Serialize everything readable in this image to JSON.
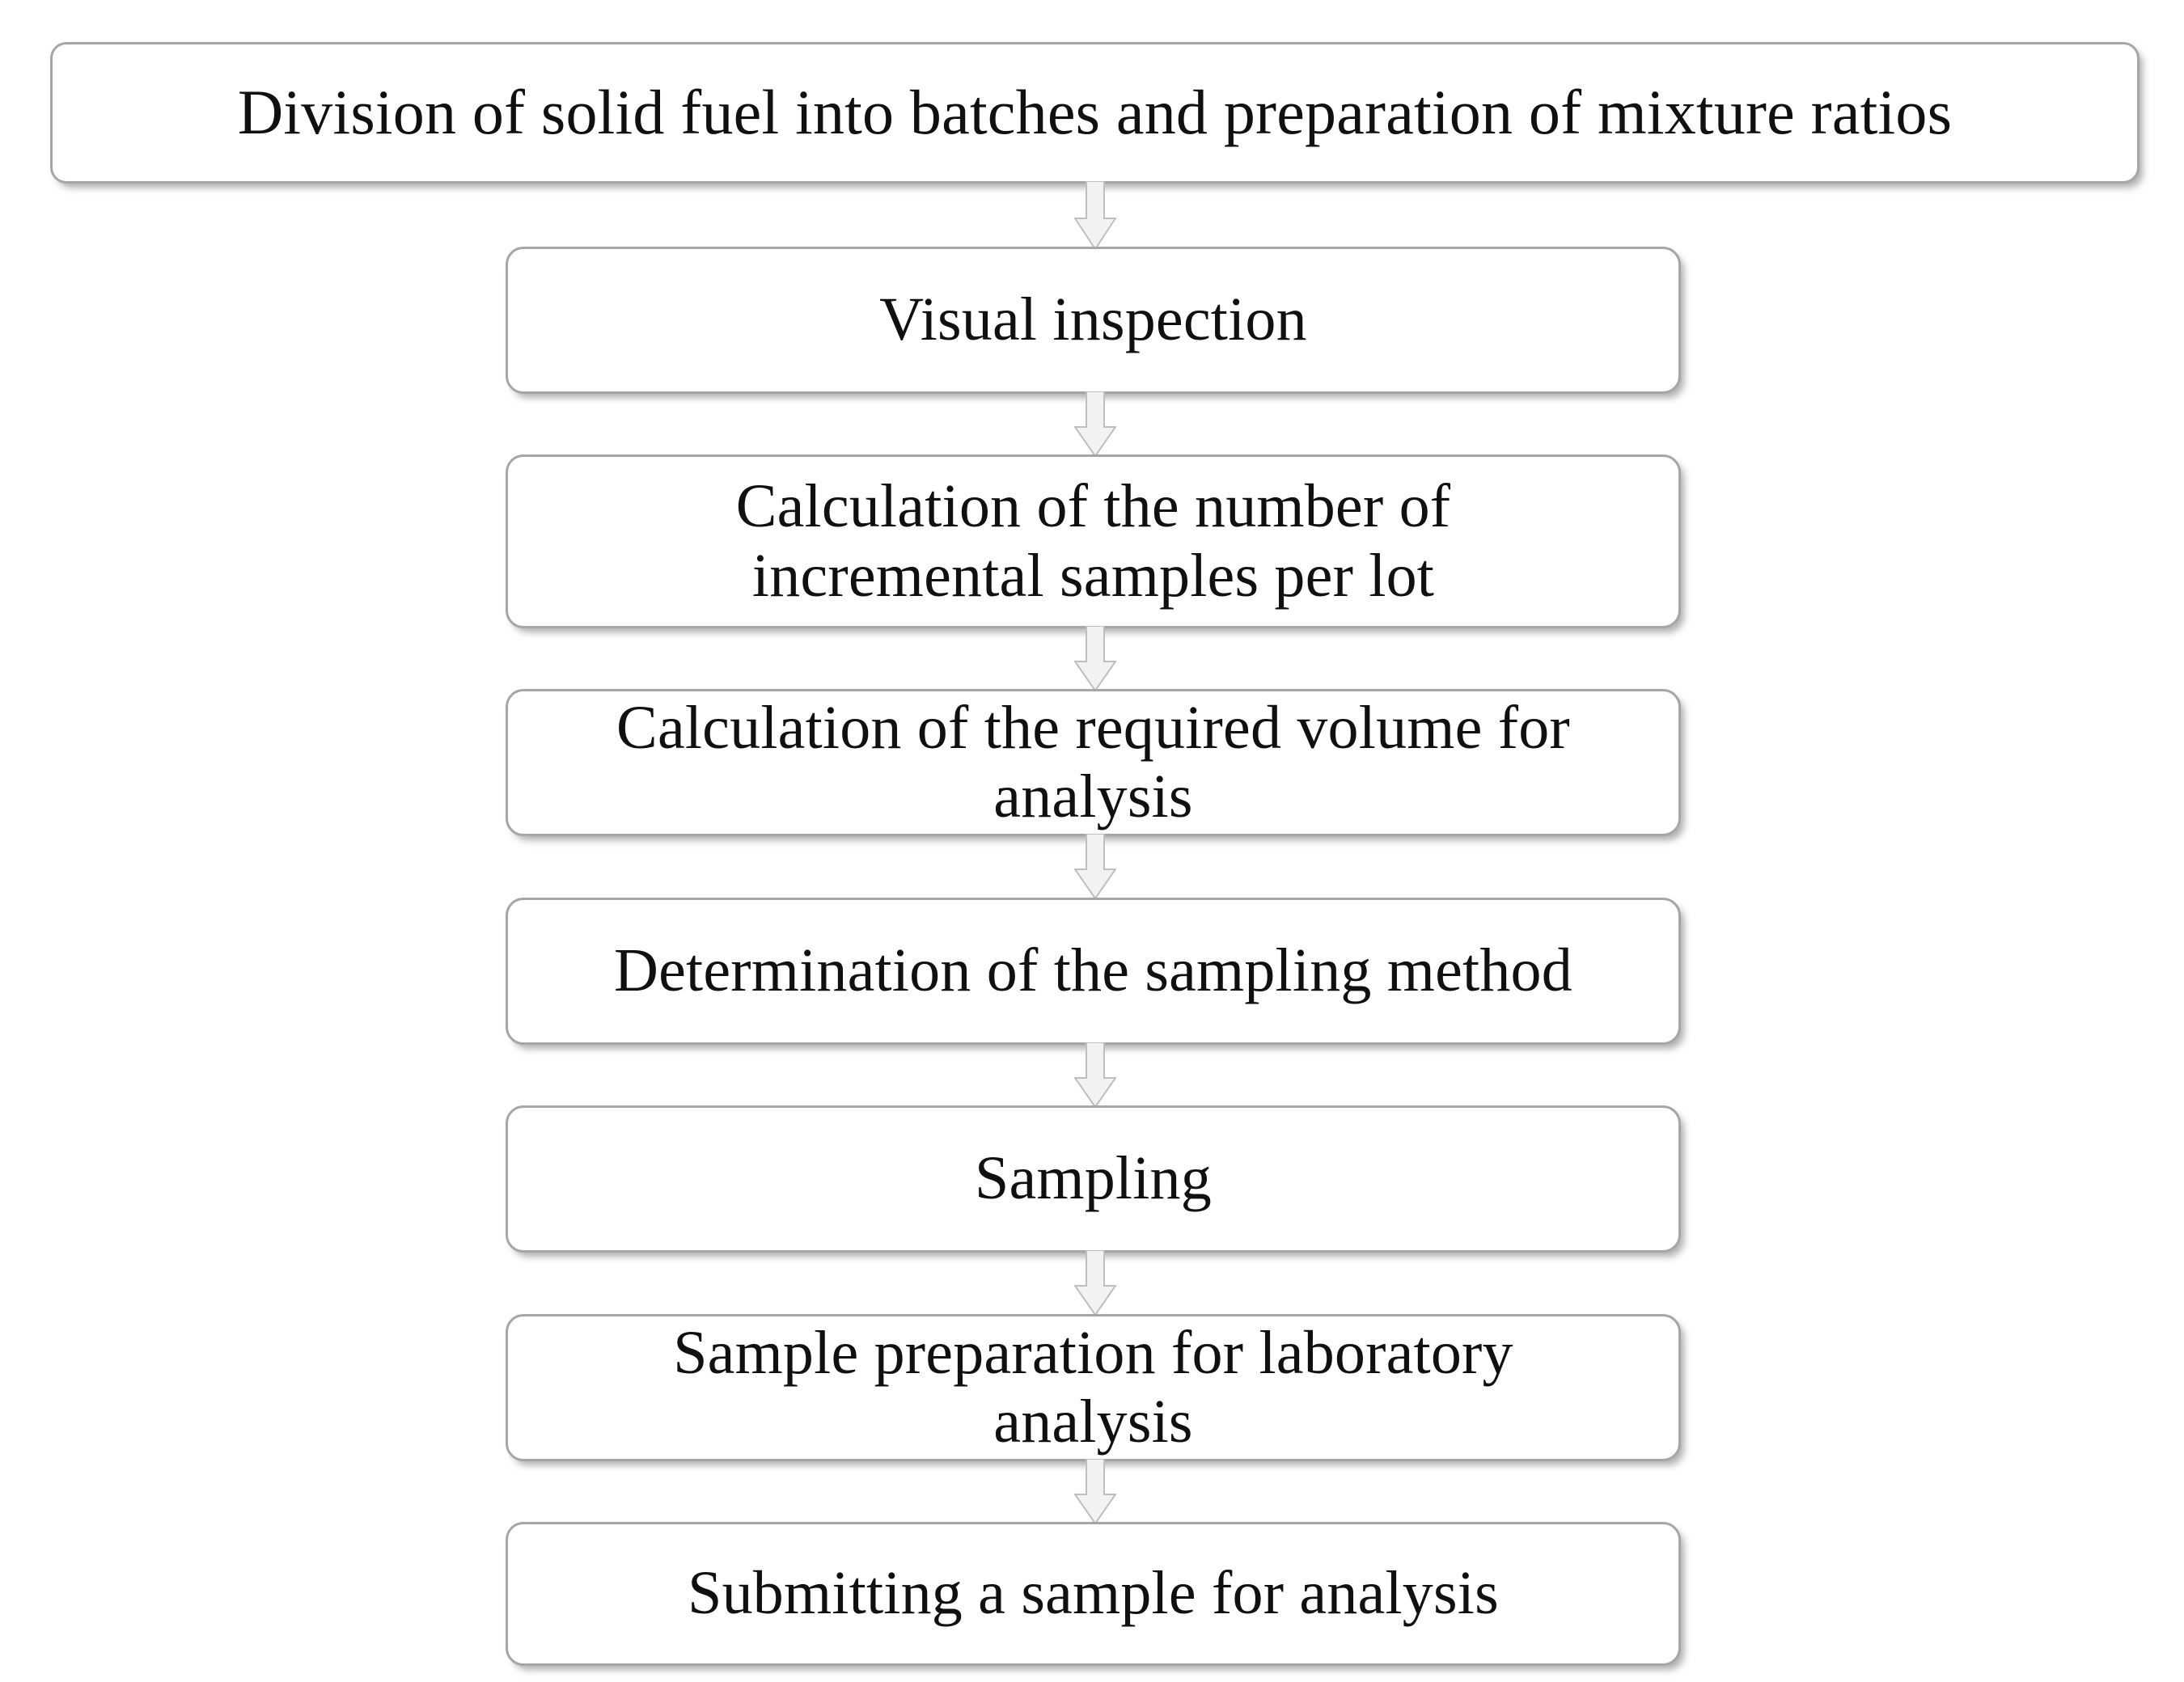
{
  "diagram": {
    "title": "Solid fuel sampling procedure flowchart",
    "type": "flowchart",
    "orientation": "vertical",
    "colors": {
      "node_fill": "#ffffff",
      "node_border": "#a6a6a6",
      "text": "#101010",
      "arrow_fill": "#f2f2f2",
      "arrow_border": "#bfbfbf",
      "background": "#ffffff"
    },
    "nodes": [
      {
        "id": "step-1",
        "label": "Division of solid fuel into batches and preparation of mixture ratios",
        "lines": 1
      },
      {
        "id": "step-2",
        "label": "Visual inspection",
        "lines": 1
      },
      {
        "id": "step-3",
        "label": "Calculation of the number of\nincremental samples per lot",
        "lines": 2
      },
      {
        "id": "step-4",
        "label": "Calculation of the required volume for\nanalysis",
        "lines": 2
      },
      {
        "id": "step-5",
        "label": "Determination of the sampling method",
        "lines": 1
      },
      {
        "id": "step-6",
        "label": "Sampling",
        "lines": 1
      },
      {
        "id": "step-7",
        "label": "Sample preparation for laboratory\nanalysis",
        "lines": 2
      },
      {
        "id": "step-8",
        "label": "Submitting a sample for analysis",
        "lines": 1
      }
    ],
    "connectors": [
      {
        "id": "arrow-1",
        "from": "step-1",
        "to": "step-2",
        "icon": "arrow-down-icon"
      },
      {
        "id": "arrow-2",
        "from": "step-2",
        "to": "step-3",
        "icon": "arrow-down-icon"
      },
      {
        "id": "arrow-3",
        "from": "step-3",
        "to": "step-4",
        "icon": "arrow-down-icon"
      },
      {
        "id": "arrow-4",
        "from": "step-4",
        "to": "step-5",
        "icon": "arrow-down-icon"
      },
      {
        "id": "arrow-5",
        "from": "step-5",
        "to": "step-6",
        "icon": "arrow-down-icon"
      },
      {
        "id": "arrow-6",
        "from": "step-6",
        "to": "step-7",
        "icon": "arrow-down-icon"
      },
      {
        "id": "arrow-7",
        "from": "step-7",
        "to": "step-8",
        "icon": "arrow-down-icon"
      }
    ]
  }
}
